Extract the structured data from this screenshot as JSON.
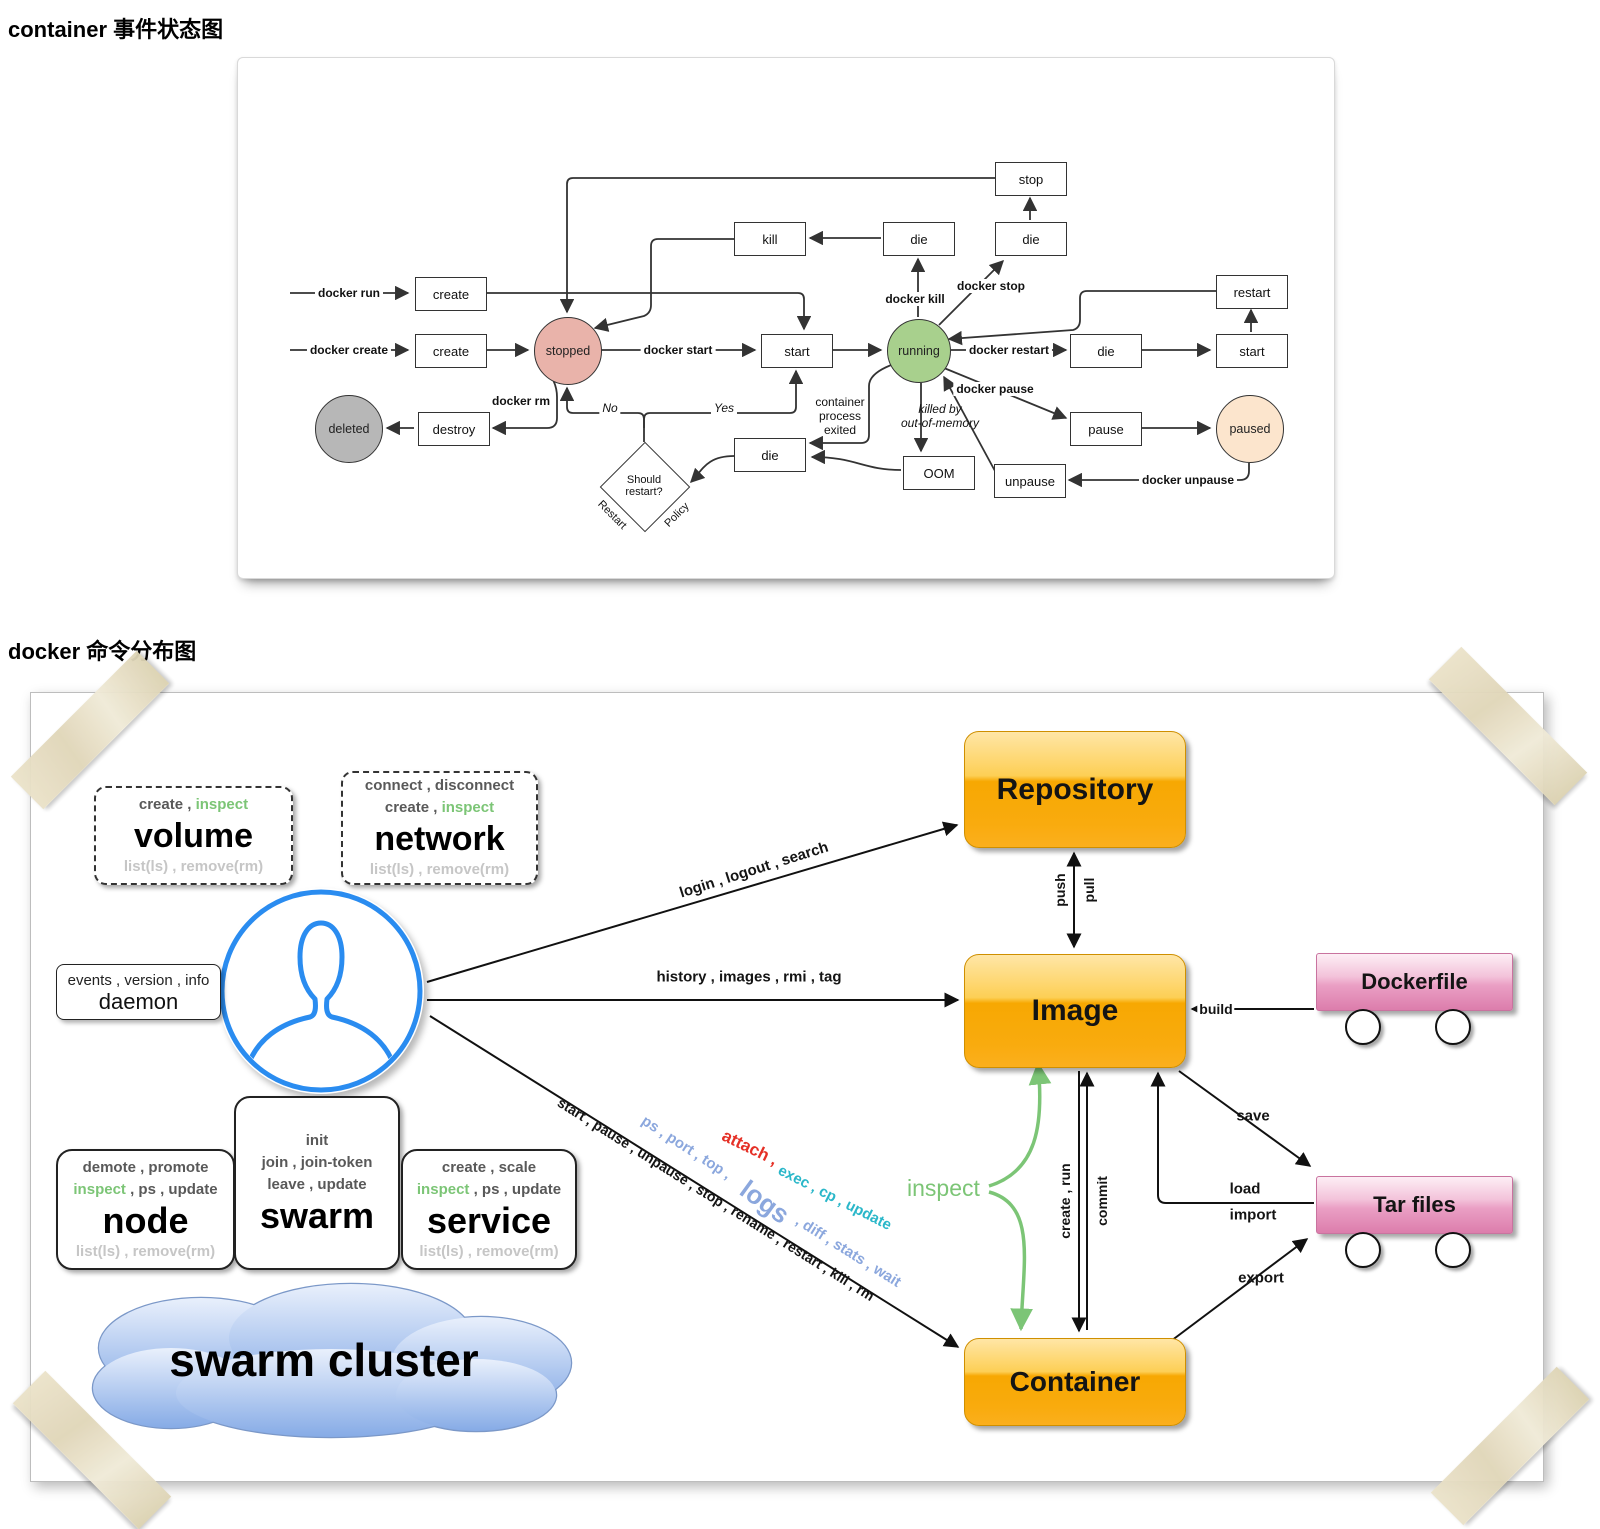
{
  "titles": {
    "state_diagram": "container 事件状态图",
    "command_map": "docker 命令分布图"
  },
  "state": {
    "boxes": {
      "create_run": "create",
      "create_create": "create",
      "start_main": "start",
      "kill": "kill",
      "die_top": "die",
      "die_stop": "die",
      "stop": "stop",
      "restart": "restart",
      "die_right": "die",
      "start_right": "start",
      "pause": "pause",
      "unpause": "unpause",
      "oom": "OOM",
      "die_bottom": "die",
      "destroy": "destroy"
    },
    "circles": {
      "stopped": "stopped",
      "running": "running",
      "paused": "paused",
      "deleted": "deleted"
    },
    "diamond": "Should restart?",
    "labels": {
      "docker_run": "docker run",
      "docker_create": "docker create",
      "docker_start": "docker start",
      "docker_kill": "docker kill",
      "docker_stop": "docker stop",
      "docker_restart": "docker restart",
      "docker_pause": "docker pause",
      "docker_unpause": "docker unpause",
      "docker_rm": "docker rm",
      "no": "No",
      "yes": "Yes",
      "restart_edge": "Restart",
      "policy_edge": "Policy",
      "process_exited_1": "container",
      "process_exited_2": "process",
      "process_exited_3": "exited",
      "killed_by_1": "killed by",
      "killed_by_2": "out-of-memory"
    }
  },
  "cmd": {
    "volume": {
      "l1": [
        "create",
        " , ",
        "inspect"
      ],
      "title": "volume",
      "l3": "list(ls) , remove(rm)"
    },
    "network": {
      "l0": "connect , disconnect",
      "l1": [
        "create",
        " , ",
        "inspect"
      ],
      "title": "network",
      "l3": "list(ls) , remove(rm)"
    },
    "daemon": {
      "l1": "events , version , info",
      "title": "daemon"
    },
    "node": {
      "l1": "demote , promote",
      "l2": [
        "inspect",
        " , ps , update"
      ],
      "title": "node",
      "l4": "list(ls) , remove(rm)"
    },
    "swarm": {
      "l1": "init",
      "l2": "join , join-token",
      "l3": "leave , update",
      "title": "swarm"
    },
    "service": {
      "l1": "create , scale",
      "l2": [
        "inspect",
        " , ps , update"
      ],
      "title": "service",
      "l4": "list(ls) , remove(rm)"
    },
    "cloud": "swarm cluster",
    "entities": {
      "repository": "Repository",
      "image": "Image",
      "container": "Container",
      "dockerfile": "Dockerfile",
      "tarfiles": "Tar files"
    },
    "edges": {
      "login": "login , logout , search",
      "history": "history , images , rmi , tag",
      "container_black": "start , pause , unpause , stop , rename , restart , kill , rm",
      "blue_a": "ps , port , top ,",
      "attach": "attach ,",
      "teal": "exec , cp , update",
      "logs": "logs",
      "blue_b": ", diff , stats , wait",
      "inspect": "inspect",
      "push": "push",
      "pull": "pull",
      "create_run": "create , run",
      "commit": "commit",
      "build": "build",
      "save": "save",
      "load": "load",
      "import": "import",
      "export": "export"
    }
  },
  "colors": {
    "green": "#7cc576",
    "blue": "#8ba7dd",
    "red": "#e53026",
    "teal": "#2ab7c9",
    "orange": "#f7a802",
    "pink": "#e089b4"
  }
}
